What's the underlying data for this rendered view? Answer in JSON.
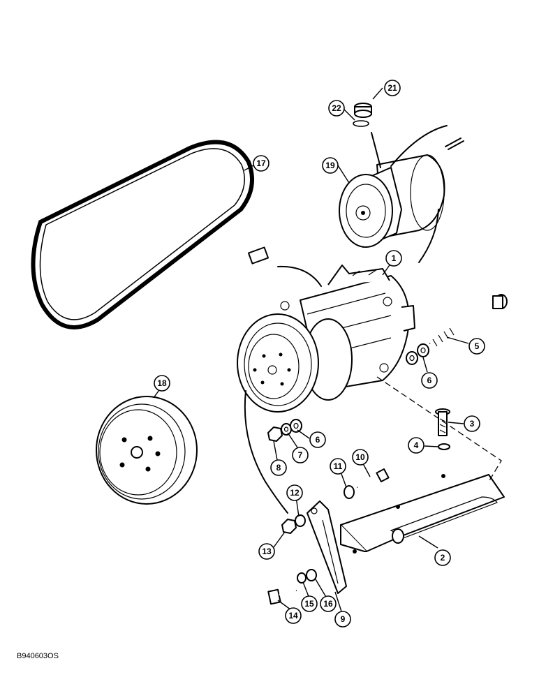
{
  "doc_code": "B940603OS",
  "callouts": [
    "1",
    "2",
    "3",
    "4",
    "5",
    "6",
    "6",
    "7",
    "8",
    "9",
    "10",
    "11",
    "12",
    "13",
    "14",
    "15",
    "16",
    "17",
    "18",
    "19",
    "21",
    "22"
  ]
}
